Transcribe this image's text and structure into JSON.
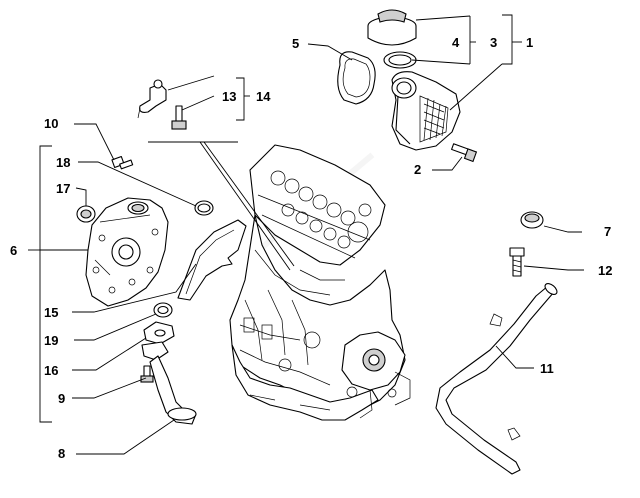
{
  "callouts": {
    "c1": "1",
    "c2": "2",
    "c3": "3",
    "c4": "4",
    "c5": "5",
    "c6": "6",
    "c7": "7",
    "c8": "8",
    "c9": "9",
    "c10": "10",
    "c11": "11",
    "c12": "12",
    "c13": "13",
    "c14": "14",
    "c15": "15",
    "c16": "16",
    "c17": "17",
    "c18": "18",
    "c19": "19"
  },
  "colors": {
    "line": "#000000",
    "background": "#ffffff",
    "shade": "#cfcfcf"
  }
}
